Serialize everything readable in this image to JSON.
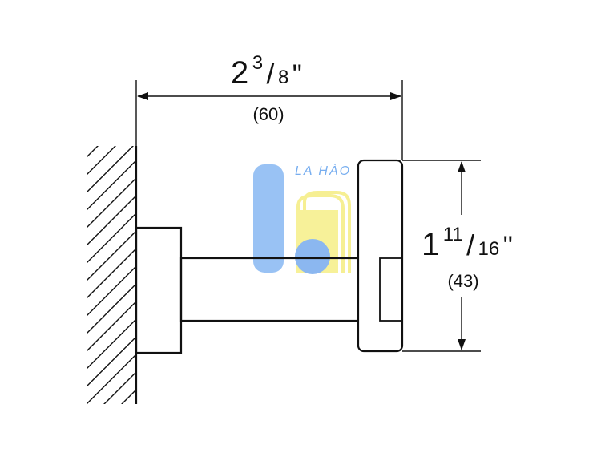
{
  "dimensions": {
    "width": {
      "whole": "2",
      "numerator": "3",
      "denominator": "8",
      "unit": "\"",
      "metric": "(60)"
    },
    "height": {
      "whole": "1",
      "numerator": "11",
      "denominator": "16",
      "unit": "\"",
      "metric": "(43)"
    }
  },
  "watermark": {
    "text": "LA HÀO",
    "colors": {
      "blue": "#7fb2f0",
      "yellow": "#f7ef8c"
    }
  },
  "colors": {
    "line": "#111111",
    "background": "#ffffff"
  }
}
